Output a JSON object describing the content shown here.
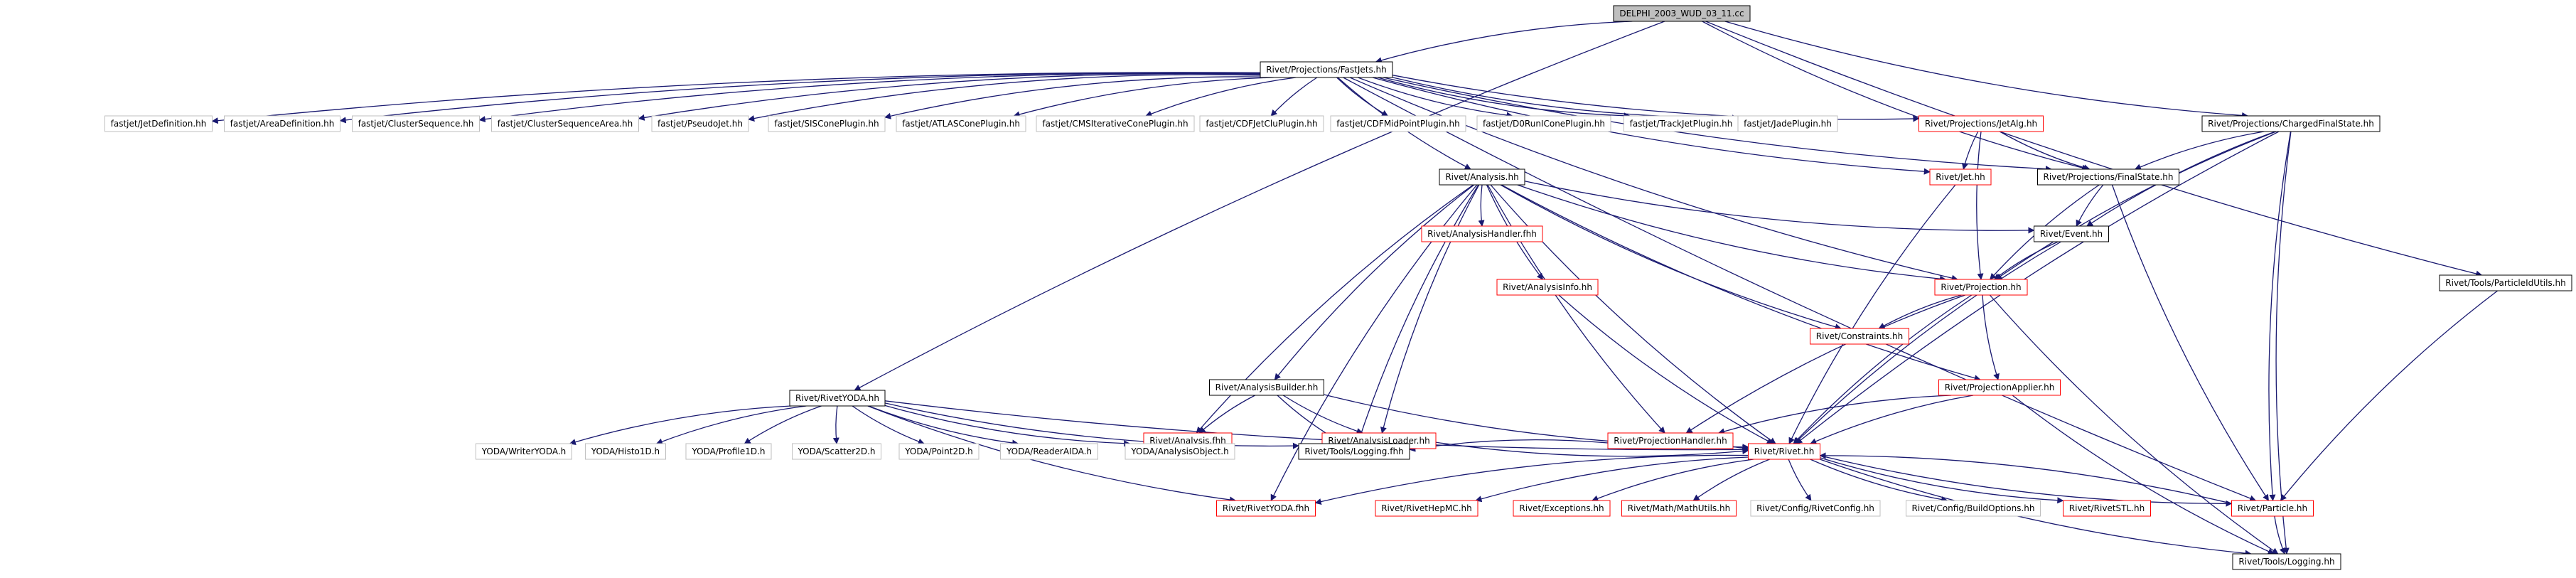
{
  "colors": {
    "edge": "#191970",
    "root_fill": "#bfbfbf",
    "plain_border": "#000000",
    "missing_border": "#ff0000",
    "external_border": "#bfbfbf",
    "text": "#000000"
  },
  "nodes": [
    {
      "id": "root",
      "label": "DELPHI_2003_WUD_03_11.cc",
      "kind": "root"
    },
    {
      "id": "fastjets",
      "label": "Rivet/Projections/FastJets.hh",
      "kind": "plain"
    },
    {
      "id": "chargedfs",
      "label": "Rivet/Projections/ChargedFinalState.hh",
      "kind": "plain"
    },
    {
      "id": "rivetyoda",
      "label": "Rivet/RivetYODA.hh",
      "kind": "plain"
    },
    {
      "id": "partidutils",
      "label": "Rivet/Tools/ParticleIdUtils.hh",
      "kind": "plain"
    },
    {
      "id": "fj_jetdef",
      "label": "fastjet/JetDefinition.hh",
      "kind": "external"
    },
    {
      "id": "fj_areadef",
      "label": "fastjet/AreaDefinition.hh",
      "kind": "external"
    },
    {
      "id": "fj_clseq",
      "label": "fastjet/ClusterSequence.hh",
      "kind": "external"
    },
    {
      "id": "fj_clseqarea",
      "label": "fastjet/ClusterSequenceArea.hh",
      "kind": "external"
    },
    {
      "id": "fj_pseudo",
      "label": "fastjet/PseudoJet.hh",
      "kind": "external"
    },
    {
      "id": "fj_siscone",
      "label": "fastjet/SISConePlugin.hh",
      "kind": "external"
    },
    {
      "id": "fj_atlas",
      "label": "fastjet/ATLASConePlugin.hh",
      "kind": "external"
    },
    {
      "id": "fj_cmsit",
      "label": "fastjet/CMSIterativeConePlugin.hh",
      "kind": "external"
    },
    {
      "id": "fj_cdfjetclu",
      "label": "fastjet/CDFJetCluPlugin.hh",
      "kind": "external"
    },
    {
      "id": "fj_cdfmidpoint",
      "label": "fastjet/CDFMidPointPlugin.hh",
      "kind": "external"
    },
    {
      "id": "fj_d0run1",
      "label": "fastjet/D0RunIConePlugin.hh",
      "kind": "external"
    },
    {
      "id": "fj_trackjet",
      "label": "fastjet/TrackJetPlugin.hh",
      "kind": "external"
    },
    {
      "id": "fj_jade",
      "label": "fastjet/JadePlugin.hh",
      "kind": "external"
    },
    {
      "id": "jetalg",
      "label": "Rivet/Projections/JetAlg.hh",
      "kind": "missing"
    },
    {
      "id": "analysis",
      "label": "Rivet/Analysis.hh",
      "kind": "plain"
    },
    {
      "id": "jet",
      "label": "Rivet/Jet.hh",
      "kind": "missing"
    },
    {
      "id": "finalstate",
      "label": "Rivet/Projections/FinalState.hh",
      "kind": "plain"
    },
    {
      "id": "anahandler",
      "label": "Rivet/AnalysisHandler.fhh",
      "kind": "missing"
    },
    {
      "id": "event",
      "label": "Rivet/Event.hh",
      "kind": "plain"
    },
    {
      "id": "anainfo",
      "label": "Rivet/AnalysisInfo.hh",
      "kind": "missing"
    },
    {
      "id": "projection",
      "label": "Rivet/Projection.hh",
      "kind": "missing"
    },
    {
      "id": "anabuilder",
      "label": "Rivet/AnalysisBuilder.hh",
      "kind": "plain"
    },
    {
      "id": "constraints",
      "label": "Rivet/Constraints.hh",
      "kind": "missing"
    },
    {
      "id": "projapplier",
      "label": "Rivet/ProjectionApplier.hh",
      "kind": "missing"
    },
    {
      "id": "analysisfhh",
      "label": "Rivet/Analysis.fhh",
      "kind": "missing"
    },
    {
      "id": "anaLoader",
      "label": "Rivet/AnalysisLoader.hh",
      "kind": "missing"
    },
    {
      "id": "projhandler",
      "label": "Rivet/ProjectionHandler.hh",
      "kind": "missing"
    },
    {
      "id": "yoda_writer",
      "label": "YODA/WriterYODA.h",
      "kind": "external"
    },
    {
      "id": "yoda_histo",
      "label": "YODA/Histo1D.h",
      "kind": "external"
    },
    {
      "id": "yoda_profile",
      "label": "YODA/Profile1D.h",
      "kind": "external"
    },
    {
      "id": "yoda_scatter",
      "label": "YODA/Scatter2D.h",
      "kind": "external"
    },
    {
      "id": "yoda_point",
      "label": "YODA/Point2D.h",
      "kind": "external"
    },
    {
      "id": "yoda_reader",
      "label": "YODA/ReaderAIDA.h",
      "kind": "external"
    },
    {
      "id": "yoda_anaobj",
      "label": "YODA/AnalysisObject.h",
      "kind": "external"
    },
    {
      "id": "logging_mid",
      "label": "Rivet/Tools/Logging.fhh",
      "kind": "plain"
    },
    {
      "id": "rivet",
      "label": "Rivet/Rivet.hh",
      "kind": "missing"
    },
    {
      "id": "rivetyodafhh",
      "label": "Rivet/RivetYODA.fhh",
      "kind": "missing"
    },
    {
      "id": "hepmc",
      "label": "Rivet/RivetHepMC.hh",
      "kind": "missing"
    },
    {
      "id": "exceptions",
      "label": "Rivet/Exceptions.hh",
      "kind": "missing"
    },
    {
      "id": "mathutils",
      "label": "Rivet/Math/MathUtils.hh",
      "kind": "missing"
    },
    {
      "id": "rivetconfig",
      "label": "Rivet/Config/RivetConfig.hh",
      "kind": "external"
    },
    {
      "id": "buildoptions",
      "label": "Rivet/Config/BuildOptions.hh",
      "kind": "external"
    },
    {
      "id": "rivetstl",
      "label": "Rivet/RivetSTL.hh",
      "kind": "missing"
    },
    {
      "id": "particle",
      "label": "Rivet/Particle.hh",
      "kind": "missing"
    },
    {
      "id": "logging_hh",
      "label": "Rivet/Tools/Logging.hh",
      "kind": "plain"
    }
  ],
  "edges": [
    [
      "root",
      "fastjets"
    ],
    [
      "root",
      "chargedfs"
    ],
    [
      "root",
      "rivetyoda"
    ],
    [
      "root",
      "partidutils"
    ],
    [
      "root",
      "finalstate"
    ],
    [
      "fastjets",
      "fj_jetdef"
    ],
    [
      "fastjets",
      "fj_areadef"
    ],
    [
      "fastjets",
      "fj_clseq"
    ],
    [
      "fastjets",
      "fj_clseqarea"
    ],
    [
      "fastjets",
      "fj_pseudo"
    ],
    [
      "fastjets",
      "fj_siscone"
    ],
    [
      "fastjets",
      "fj_atlas"
    ],
    [
      "fastjets",
      "fj_cmsit"
    ],
    [
      "fastjets",
      "fj_cdfjetclu"
    ],
    [
      "fastjets",
      "fj_cdfmidpoint"
    ],
    [
      "fastjets",
      "fj_d0run1"
    ],
    [
      "fastjets",
      "fj_trackjet"
    ],
    [
      "fastjets",
      "fj_jade"
    ],
    [
      "fastjets",
      "jetalg"
    ],
    [
      "fastjets",
      "jet"
    ],
    [
      "fastjets",
      "finalstate"
    ],
    [
      "fastjets",
      "particle"
    ],
    [
      "fastjets",
      "analysis"
    ],
    [
      "fastjets",
      "projection"
    ],
    [
      "jetalg",
      "jet"
    ],
    [
      "jetalg",
      "finalstate"
    ],
    [
      "jetalg",
      "projection"
    ],
    [
      "chargedfs",
      "finalstate"
    ],
    [
      "chargedfs",
      "event"
    ],
    [
      "chargedfs",
      "projection"
    ],
    [
      "chargedfs",
      "particle"
    ],
    [
      "chargedfs",
      "rivet"
    ],
    [
      "chargedfs",
      "logging_hh"
    ],
    [
      "partidutils",
      "particle"
    ],
    [
      "finalstate",
      "event"
    ],
    [
      "finalstate",
      "projection"
    ],
    [
      "finalstate",
      "particle"
    ],
    [
      "jet",
      "rivet"
    ],
    [
      "analysis",
      "anahandler"
    ],
    [
      "analysis",
      "event"
    ],
    [
      "analysis",
      "anainfo"
    ],
    [
      "analysis",
      "projection"
    ],
    [
      "analysis",
      "anabuilder"
    ],
    [
      "analysis",
      "constraints"
    ],
    [
      "analysis",
      "projapplier"
    ],
    [
      "analysis",
      "analysisfhh"
    ],
    [
      "analysis",
      "anaLoader"
    ],
    [
      "analysis",
      "projhandler"
    ],
    [
      "analysis",
      "rivet"
    ],
    [
      "analysis",
      "rivetyodafhh"
    ],
    [
      "analysis",
      "logging_mid"
    ],
    [
      "event",
      "projection"
    ],
    [
      "event",
      "rivet"
    ],
    [
      "anainfo",
      "rivet"
    ],
    [
      "projection",
      "constraints"
    ],
    [
      "projection",
      "projapplier"
    ],
    [
      "projection",
      "projhandler"
    ],
    [
      "projection",
      "rivet"
    ],
    [
      "projection",
      "logging_hh"
    ],
    [
      "projapplier",
      "projhandler"
    ],
    [
      "projapplier",
      "rivet"
    ],
    [
      "projapplier",
      "logging_hh"
    ],
    [
      "anabuilder",
      "analysisfhh"
    ],
    [
      "anabuilder",
      "anaLoader"
    ],
    [
      "anabuilder",
      "logging_mid"
    ],
    [
      "anabuilder",
      "rivet"
    ],
    [
      "anaLoader",
      "logging_mid"
    ],
    [
      "anaLoader",
      "rivet"
    ],
    [
      "projhandler",
      "logging_mid"
    ],
    [
      "projhandler",
      "rivet"
    ],
    [
      "rivetyoda",
      "yoda_writer"
    ],
    [
      "rivetyoda",
      "yoda_histo"
    ],
    [
      "rivetyoda",
      "yoda_profile"
    ],
    [
      "rivetyoda",
      "yoda_scatter"
    ],
    [
      "rivetyoda",
      "yoda_point"
    ],
    [
      "rivetyoda",
      "yoda_reader"
    ],
    [
      "rivetyoda",
      "yoda_anaobj"
    ],
    [
      "rivetyoda",
      "rivet"
    ],
    [
      "rivetyoda",
      "rivetyodafhh"
    ],
    [
      "rivetyoda",
      "logging_mid"
    ],
    [
      "rivet",
      "rivetyodafhh"
    ],
    [
      "rivet",
      "hepmc"
    ],
    [
      "rivet",
      "exceptions"
    ],
    [
      "rivet",
      "mathutils"
    ],
    [
      "rivet",
      "rivetconfig"
    ],
    [
      "rivet",
      "buildoptions"
    ],
    [
      "rivet",
      "rivetstl"
    ],
    [
      "rivet",
      "particle"
    ],
    [
      "rivet",
      "logging_hh"
    ],
    [
      "particle",
      "rivet"
    ],
    [
      "particle",
      "logging_hh"
    ]
  ]
}
